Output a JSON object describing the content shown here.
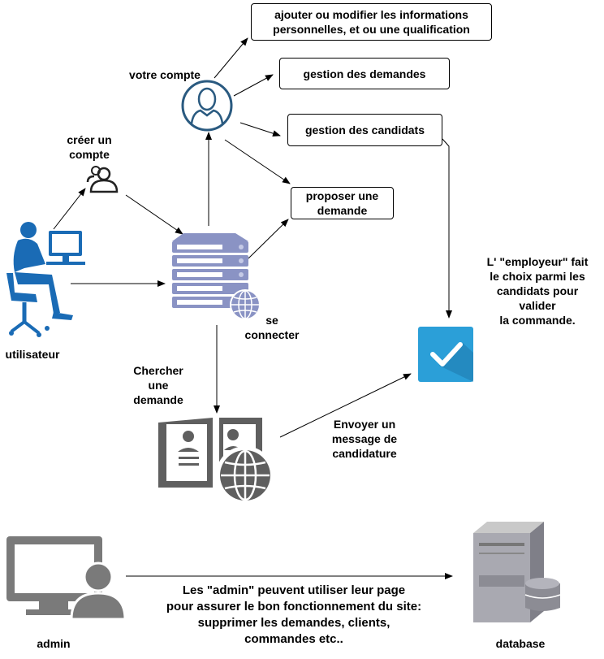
{
  "labels": {
    "user": "utilisateur",
    "create_account": "créer un\ncompte",
    "your_account": "votre compte",
    "connect": "se\nconnecter",
    "search_request": "Chercher\nune\ndemande",
    "send_message": "Envoyer un\nmessage de\ncandidature",
    "employer_choice": "L'  \"employeur\" fait\nle choix parmi les\ncandidats pour\nvalider\nla commande.",
    "admin": "admin",
    "database": "database",
    "admin_note": "Les \"admin\" peuvent utiliser  leur page\npour assurer le bon fonctionnement du site:\nsupprimer les demandes, clients,\ncommandes etc.."
  },
  "boxes": {
    "modify_info": "ajouter ou modifier les informations\npersonnelles, et ou une qualification",
    "manage_requests": "gestion des demandes",
    "manage_candidates": "gestion des candidats",
    "propose_request": "proposer une\ndemande"
  },
  "colors": {
    "user_blue": "#1a6bb5",
    "account_circle": "#2a5a80",
    "server_blue": "#8a93c4",
    "check_blue": "#2b9fd8",
    "gray_dark": "#5f5f5f"
  },
  "icons": [
    "user-at-computer-icon",
    "create-account-icon",
    "account-avatar-icon",
    "server-globe-icon",
    "validate-check-icon",
    "book-globe-icon",
    "admin-monitor-icon",
    "database-server-icon"
  ]
}
